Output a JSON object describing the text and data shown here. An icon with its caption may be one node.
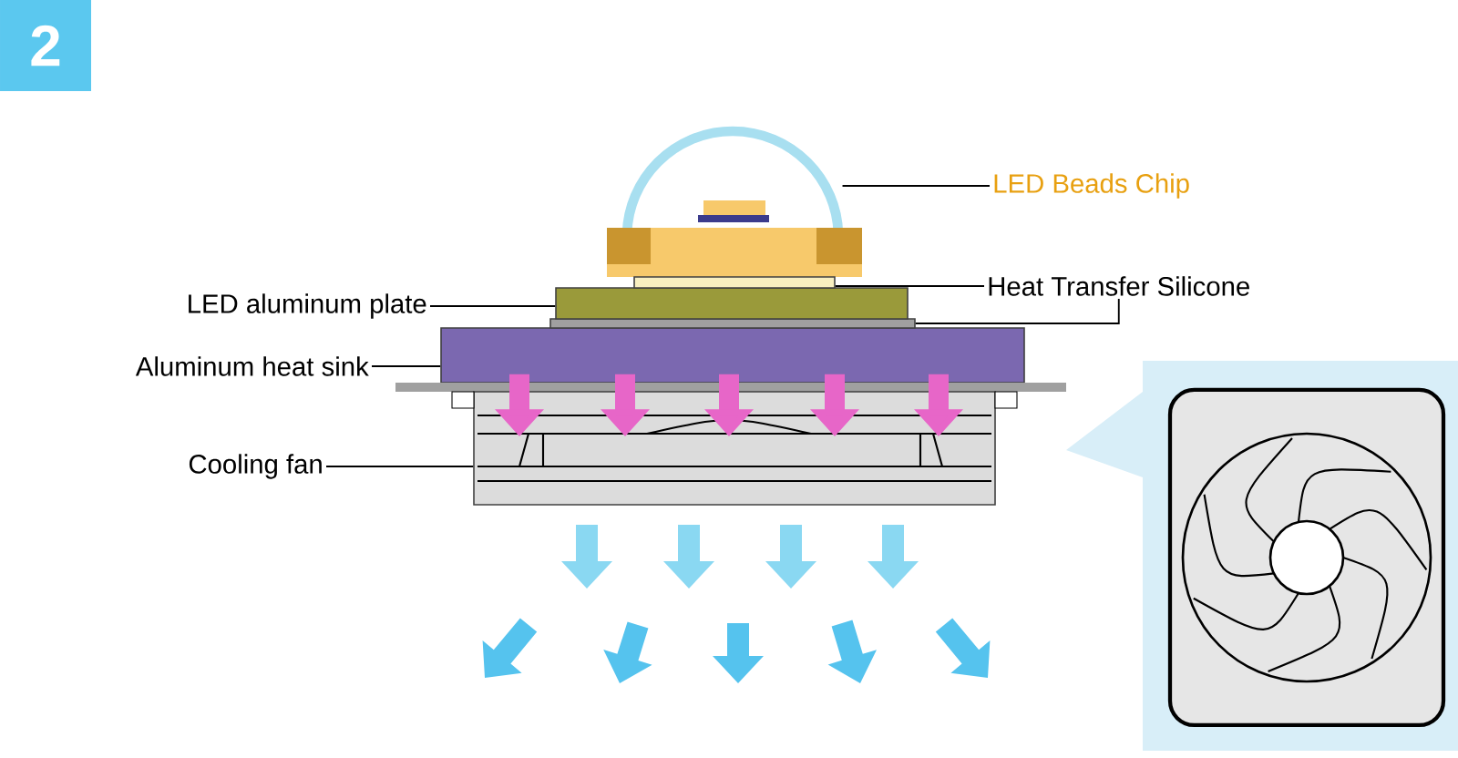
{
  "diagram": {
    "nodes": [
      {
        "text": [
          "2"
        ]
      },
      {
        "text": [
          "LED Beads Chip"
        ]
      },
      {
        "text": [
          "LED aluminum plate"
        ]
      },
      {
        "text": [
          "Heat Transfer Silicone"
        ]
      },
      {
        "text": [
          "Aluminum heat sink"
        ]
      },
      {
        "text": [
          "Cooling fan"
        ]
      },
      {
        "text": [],
        "shape": "dome"
      },
      {
        "text": [],
        "shape": "box"
      },
      {
        "text": [],
        "shape": "box"
      },
      {
        "text": [],
        "shape": "box"
      },
      {
        "text": [],
        "shape": "box"
      },
      {
        "text": [],
        "shape": "box"
      }
    ],
    "edges": [
      {
        "from": 1,
        "to": 6,
        "arrow": "none"
      },
      {
        "from": 2,
        "to": 8,
        "arrow": "none"
      },
      {
        "from": 3,
        "to": 7,
        "arrow": "none"
      },
      {
        "from": 3,
        "to": 9,
        "arrow": "none"
      },
      {
        "from": 4,
        "to": 10,
        "arrow": "none"
      },
      {
        "from": 5,
        "to": 11,
        "arrow": "none"
      },
      {
        "from": 10,
        "to": 11,
        "arrow": "to",
        "style": "thick",
        "color": "#e766c8"
      },
      {
        "from": 10,
        "to": 11,
        "arrow": "to",
        "style": "thick",
        "color": "#e766c8"
      },
      {
        "from": 10,
        "to": 11,
        "arrow": "to",
        "style": "thick",
        "color": "#e766c8"
      },
      {
        "from": 10,
        "to": 11,
        "arrow": "to",
        "style": "thick",
        "color": "#e766c8"
      },
      {
        "from": 10,
        "to": 11,
        "arrow": "to",
        "style": "thick",
        "color": "#e766c8"
      }
    ]
  }
}
